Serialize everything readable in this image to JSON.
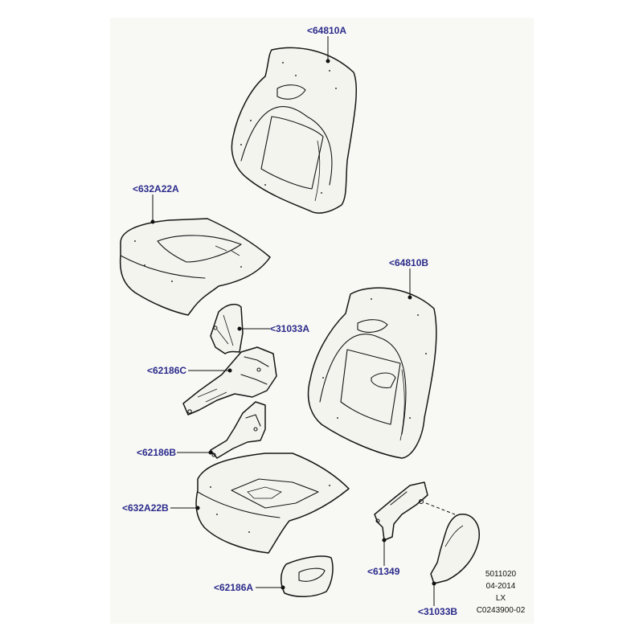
{
  "callouts": {
    "p64810A": "<64810A",
    "p632A22A": "<632A22A",
    "p64810B": "<64810B",
    "p31033A": "<31033A",
    "p62186C": "<62186C",
    "p62186B": "<62186B",
    "p632A22B": "<632A22B",
    "p61349": "<61349",
    "p62186A": "<62186A",
    "p31033B": "<31033B"
  },
  "footer": {
    "line1": "5011020",
    "line2": "04-2014",
    "line3": "LX",
    "line4": "C0243900-02"
  },
  "colors": {
    "callout_text": "#2b2b8c",
    "panel_background": "#f8f8f4",
    "line_art": "#151515"
  }
}
